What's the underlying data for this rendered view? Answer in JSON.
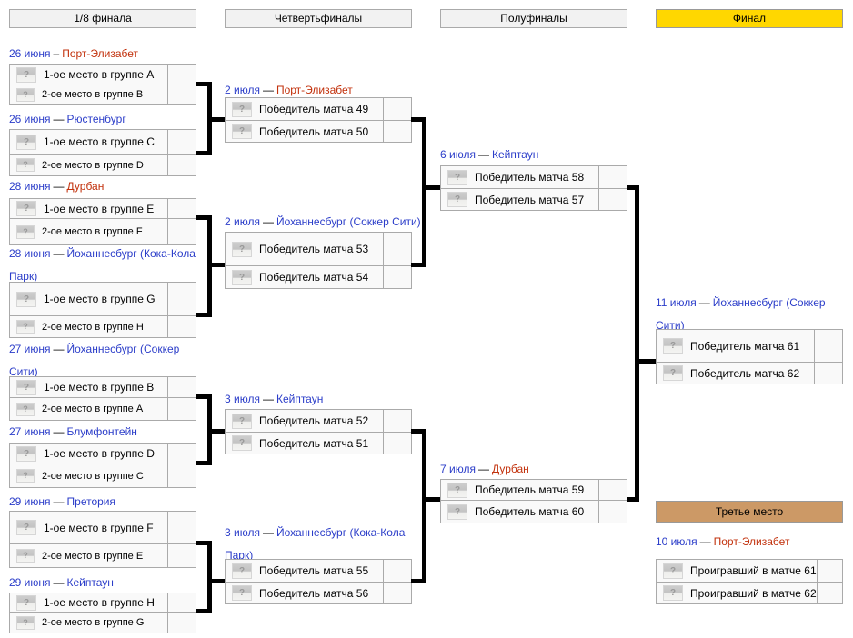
{
  "bracket": {
    "headers": {
      "r16": "1/8 финала",
      "qf": "Четвертьфиналы",
      "sf": "Полуфиналы",
      "final": "Финал",
      "third_place": "Третье место"
    },
    "flag_placeholder": "?",
    "colors": {
      "link-blue": "#2b3dc9",
      "link-red": "#c2310c",
      "final-bg": "#ffd700",
      "third-bg": "#cc9966",
      "box-bg": "#f9f9f9",
      "box-border": "#aaaaaa",
      "line": "#000000"
    },
    "matches": {
      "r16_1": {
        "date": "26 июня",
        "dash": "–",
        "venue": "Порт-Элизабет",
        "venue_style": "red",
        "top": "1-ое место в группе A",
        "bottom": "2-ое место в группе B"
      },
      "r16_2": {
        "date": "26 июня",
        "dash": "—",
        "venue": "Рюстенбург",
        "venue_style": "blue",
        "top": "1-ое место в группе C",
        "bottom": "2-ое место в группе D"
      },
      "r16_3": {
        "date": "28 июня",
        "dash": "—",
        "venue": "Дурбан",
        "venue_style": "red",
        "top": "1-ое место в группе E",
        "bottom": "2-ое место в группе F"
      },
      "r16_4": {
        "date": "28 июня",
        "dash": "—",
        "venue": "Йоханнесбург (Кока-Кола Парк)",
        "venue_style": "blue",
        "top": "1-ое место в группе G",
        "bottom": "2-ое место в группе H"
      },
      "r16_5": {
        "date": "27 июня",
        "dash": "—",
        "venue": "Йоханнесбург (Соккер Сити)",
        "venue_style": "blue",
        "top": "1-ое место в группе B",
        "bottom": "2-ое место в группе A"
      },
      "r16_6": {
        "date": "27 июня",
        "dash": "—",
        "venue": "Блумфонтейн",
        "venue_style": "blue",
        "top": "1-ое место в группе D",
        "bottom": "2-ое место в группе C"
      },
      "r16_7": {
        "date": "29 июня",
        "dash": "—",
        "venue": "Претория",
        "venue_style": "blue",
        "top": "1-ое место в группе F",
        "bottom": "2-ое место в группе E"
      },
      "r16_8": {
        "date": "29 июня",
        "dash": "—",
        "venue": "Кейптаун",
        "venue_style": "blue",
        "top": "1-ое место в группе H",
        "bottom": "2-ое место в группе G"
      },
      "qf_1": {
        "date": "2 июля",
        "dash": "—",
        "venue": "Порт-Элизабет",
        "venue_style": "red",
        "top": "Победитель матча 49",
        "bottom": "Победитель матча 50"
      },
      "qf_2": {
        "date": "2 июля",
        "dash": "—",
        "venue": "Йоханнесбург (Соккер Сити)",
        "venue_style": "blue",
        "top": "Победитель матча 53",
        "bottom": "Победитель матча 54"
      },
      "qf_3": {
        "date": "3 июля",
        "dash": "—",
        "venue": "Кейптаун",
        "venue_style": "blue",
        "top": "Победитель матча 52",
        "bottom": "Победитель матча 51"
      },
      "qf_4": {
        "date": "3 июля",
        "dash": "—",
        "venue": "Йоханнесбург (Кока-Кола Парк)",
        "venue_style": "blue",
        "top": "Победитель матча 55",
        "bottom": "Победитель матча 56"
      },
      "sf_1": {
        "date": "6 июля",
        "dash": "—",
        "venue": "Кейптаун",
        "venue_style": "blue",
        "top": "Победитель матча 58",
        "bottom": "Победитель матча 57"
      },
      "sf_2": {
        "date": "7 июля",
        "dash": "—",
        "venue": "Дурбан",
        "venue_style": "red",
        "top": "Победитель матча 59",
        "bottom": "Победитель матча 60"
      },
      "final": {
        "date": "11 июля",
        "dash": "—",
        "venue": "Йоханнесбург (Соккер Сити)",
        "venue_style": "blue",
        "top": "Победитель матча 61",
        "bottom": "Победитель матча 62"
      },
      "third": {
        "date": "10 июля",
        "dash": "—",
        "venue": "Порт-Элизабет",
        "venue_style": "red",
        "top": "Проигравший в матче 61",
        "bottom": "Проигравший в матче 62"
      }
    }
  }
}
